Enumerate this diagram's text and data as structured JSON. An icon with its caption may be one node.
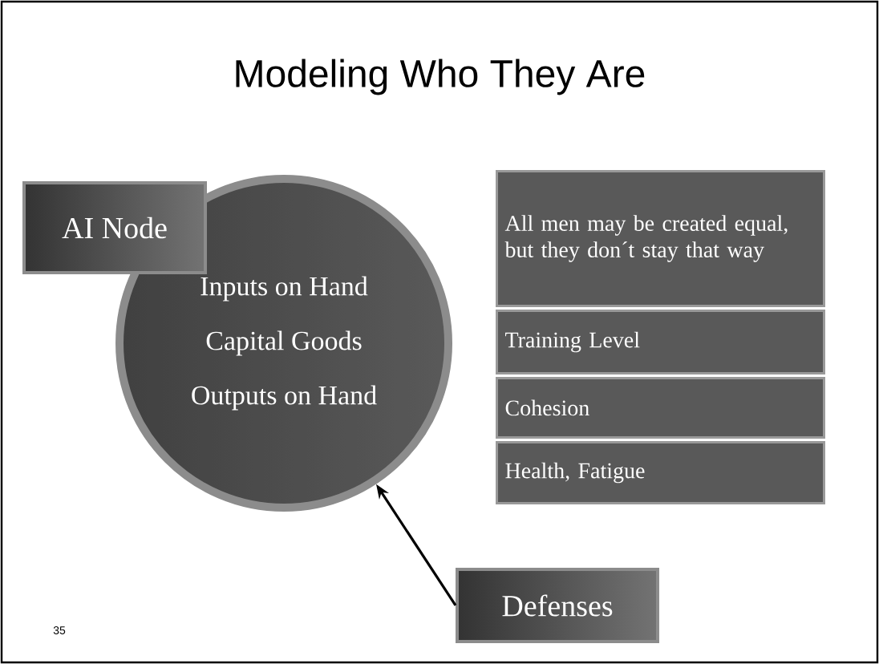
{
  "diagram": {
    "title": "Modeling Who They Are",
    "nodes": [
      {
        "text": [
          "AI Node"
        ]
      },
      {
        "text": [
          "Inputs on Hand",
          "Capital Goods",
          "Outputs on Hand"
        ]
      },
      {
        "text": [
          "All men may be created equal, but they don´t stay that way"
        ]
      },
      {
        "text": [
          "Training Level"
        ]
      },
      {
        "text": [
          "Cohesion"
        ]
      },
      {
        "text": [
          "Health, Fatigue"
        ]
      },
      {
        "text": [
          "Defenses"
        ]
      }
    ],
    "edges": [
      {
        "from": 6,
        "to": 1,
        "arrow": "to"
      }
    ],
    "labels": [
      "35"
    ]
  }
}
